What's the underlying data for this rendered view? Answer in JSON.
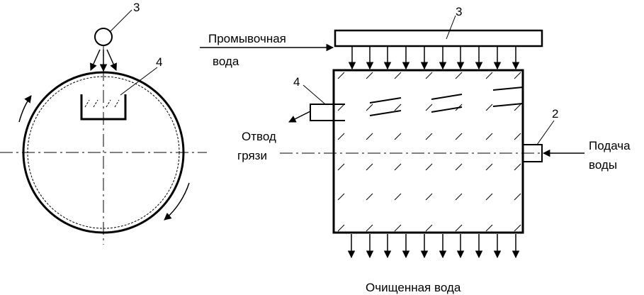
{
  "labels": {
    "left_numeral_3": "3",
    "left_numeral_4": "4",
    "right_numeral_3": "3",
    "right_numeral_4": "4",
    "numeral_2": "2",
    "wash_water_line1": "Промывочная",
    "wash_water_line2": "вода",
    "dirt_outlet_line1": "Отвод",
    "dirt_outlet_line2": "грязи",
    "water_supply_line1": "Подача",
    "water_supply_line2": "воды",
    "cleaned_water": "Очищенная вода"
  },
  "colors": {
    "stroke": "#000000",
    "background": "#ffffff"
  }
}
